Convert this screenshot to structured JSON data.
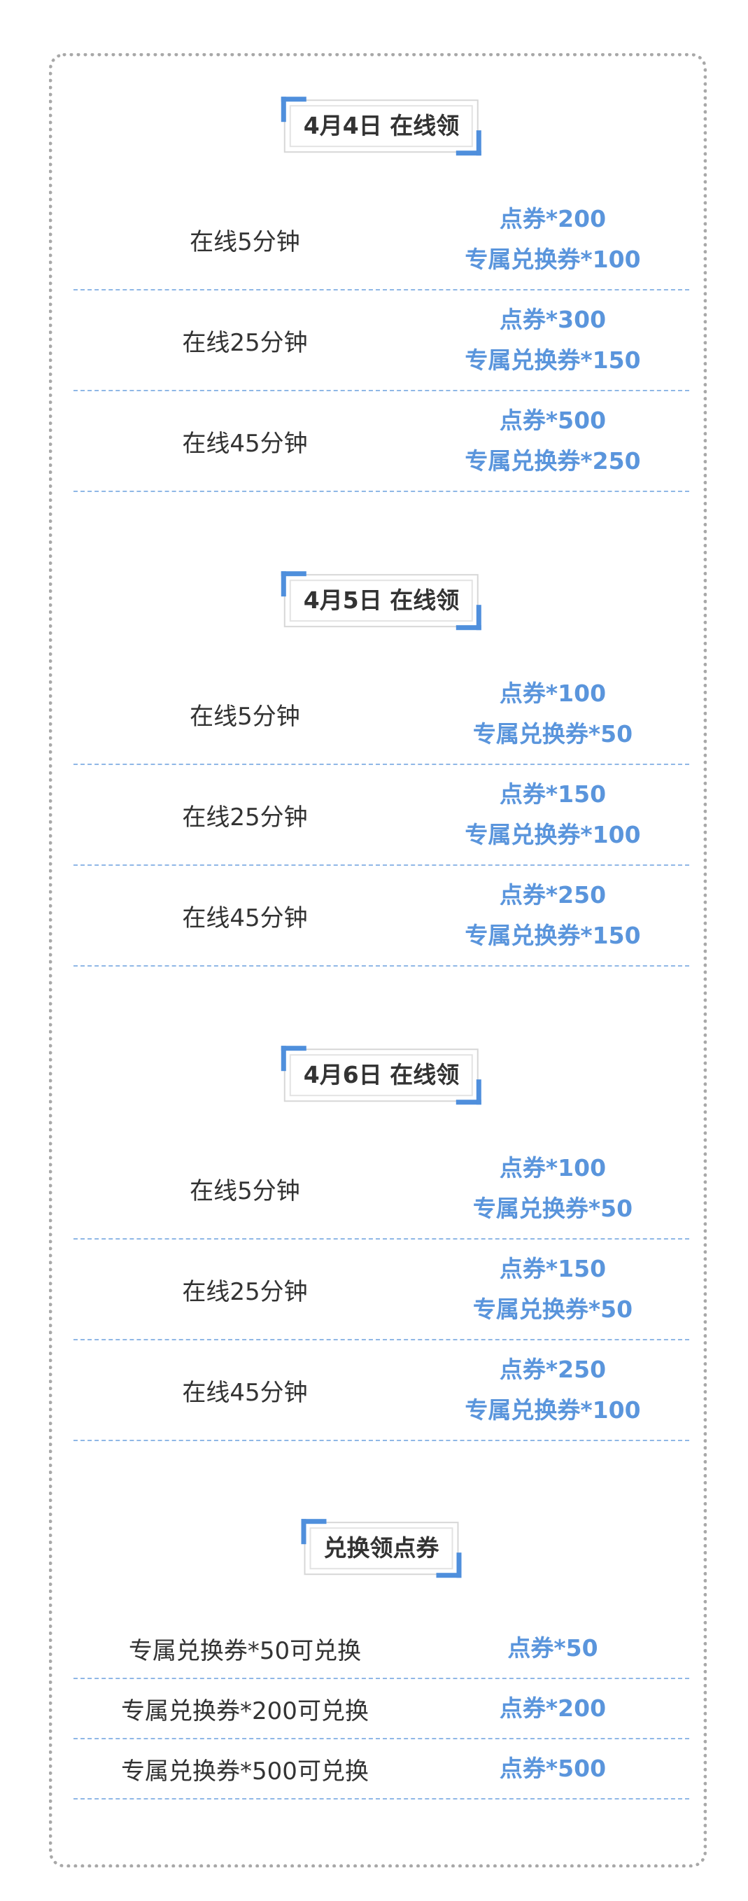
{
  "sections": [
    {
      "title": "4月4日 在线领",
      "rows": [
        {
          "condition": "在线5分钟",
          "reward1": "点券*200",
          "reward2": "专属兑换券*100"
        },
        {
          "condition": "在线25分钟",
          "reward1": "点券*300",
          "reward2": "专属兑换券*150"
        },
        {
          "condition": "在线45分钟",
          "reward1": "点券*500",
          "reward2": "专属兑换券*250"
        }
      ]
    },
    {
      "title": "4月5日 在线领",
      "rows": [
        {
          "condition": "在线5分钟",
          "reward1": "点券*100",
          "reward2": "专属兑换券*50"
        },
        {
          "condition": "在线25分钟",
          "reward1": "点券*150",
          "reward2": "专属兑换券*100"
        },
        {
          "condition": "在线45分钟",
          "reward1": "点券*250",
          "reward2": "专属兑换券*150"
        }
      ]
    },
    {
      "title": "4月6日 在线领",
      "rows": [
        {
          "condition": "在线5分钟",
          "reward1": "点券*100",
          "reward2": "专属兑换券*50"
        },
        {
          "condition": "在线25分钟",
          "reward1": "点券*150",
          "reward2": "专属兑换券*50"
        },
        {
          "condition": "在线45分钟",
          "reward1": "点券*250",
          "reward2": "专属兑换券*100"
        }
      ]
    }
  ],
  "exchange": {
    "title": "兑换领点券",
    "rows": [
      {
        "condition": "专属兑换券*50可兑换",
        "reward": "点券*50"
      },
      {
        "condition": "专属兑换券*200可兑换",
        "reward": "点券*200"
      },
      {
        "condition": "专属兑换券*500可兑换",
        "reward": "点券*500"
      }
    ]
  },
  "colors": {
    "accent": "#4f8fdc",
    "reward_text": "#5a95dc",
    "divider": "#8fb7e6",
    "border": "#a8a8a8"
  }
}
